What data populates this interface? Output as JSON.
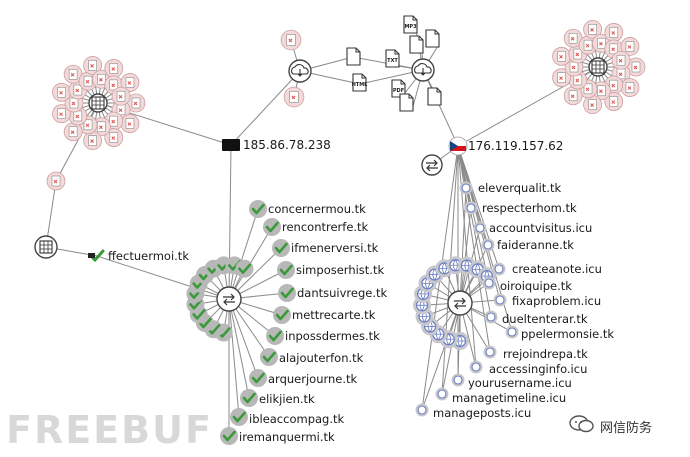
{
  "ip_nodes": [
    {
      "label": "185.86.78.238",
      "flag": "unknown-black-flag"
    },
    {
      "label": "176.119.157.62",
      "flag": "czech-flag"
    }
  ],
  "left_domains": [
    "concernermou.tk",
    "rencontrerfe.tk",
    "ifmenerversi.tk",
    "simposerhist.tk",
    "dantsuivrege.tk",
    "mettrecarte.tk",
    "inpossdermes.tk",
    "alajouterfon.tk",
    "arquerjourne.tk",
    "elikjien.tk",
    "ibleaccompag.tk",
    "iremanquermi.tk"
  ],
  "left_extra_domain": "ffectuermoi.tk",
  "right_domains": [
    "eleverqualit.tk",
    "respecterhom.tk",
    "accountvisitus.icu",
    "faideranne.tk",
    "createanote.icu",
    "oiroiquipe.tk",
    "fixaproblem.icu",
    "dueltenterar.tk",
    "ppelermonsie.tk",
    "rrejoindrepa.tk",
    "accessinginfo.icu",
    "yourusername.icu",
    "managetimeline.icu",
    "manageposts.icu"
  ],
  "file_type_labels": [
    "MP3",
    "TXT",
    "PDF",
    "HTML"
  ],
  "watermark": {
    "left": "FREEBUF",
    "right": "网信防务"
  },
  "colors": {
    "edge": "#8a8a8a",
    "hub_gray": "#b8b8b8",
    "check_green": "#3a9a3a",
    "globe_blue": "#6b7fc4",
    "file_red": "#d9534f",
    "file_cluster_fill": "#f3d9d9"
  }
}
